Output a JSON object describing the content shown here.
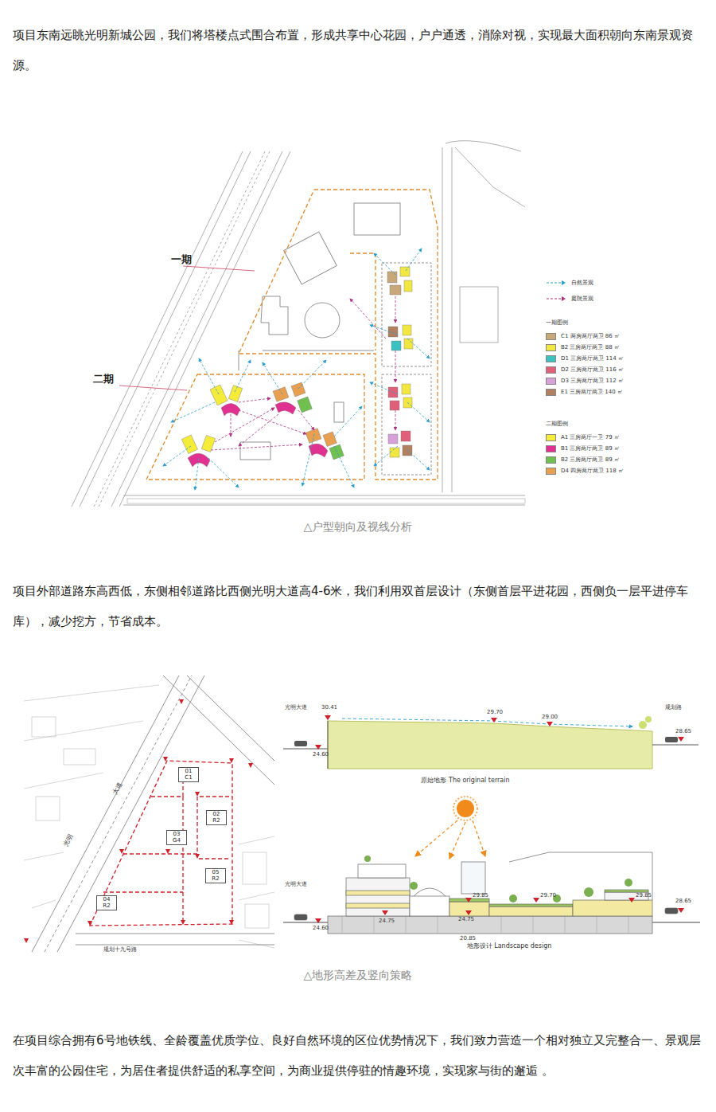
{
  "diagram": {
    "nodes": [
      {
        "text": [
          "01",
          "C1"
        ]
      },
      {
        "text": [
          "02",
          "R2"
        ]
      },
      {
        "text": [
          "03",
          "G4"
        ]
      },
      {
        "text": [
          "05",
          "R2"
        ]
      },
      {
        "text": [
          "04",
          "R2"
        ]
      }
    ],
    "labels": [
      "项目东南远眺光明新城公园，我们将塔楼点式围合布置，形成共享中心花园，户户通透，消除对视，实现最大面积朝向东南景观资源。",
      "一期",
      "二期",
      "△户型朝向及视线分析",
      "项目外部道路东高西低，东侧相邻道路比西侧光明大道高4-6米，我们利用双首层设计（东侧首层平进花园，西侧负一层平进停车库），减少挖方，节省成本。",
      "光明大道",
      "30.41",
      "29.70",
      "29.00",
      "规划路",
      "24.60",
      "28.65",
      "原始地形 The original terrain",
      "光明大道",
      "24.60",
      "24.75",
      "29.85",
      "24.75",
      "20.85",
      "29.70",
      "29.85",
      "28.65",
      "地形设计 Landscape design",
      "规划十九号路",
      "光明",
      "大道",
      "△地形高差及竖向策略",
      "在项目综合拥有6号地铁线、全龄覆盖优质学位、良好自然环境的区位优势情况下，我们致力营造一个相对独立又完整合一、景观层次丰富的公园住宅，为居住者提供舒适的私享空间，为商业提供停驻的情趣环境，实现家与街的邂逅 。",
      "一期图例",
      "二期图例"
    ],
    "legend": [
      {
        "text": "自然景观"
      },
      {
        "text": "庭院景观"
      },
      {
        "text": "C1 两房两厅两卫 86 ㎡",
        "color": "#c8a878"
      },
      {
        "text": "B2 三房两厅两卫 88 ㎡",
        "color": "#f2e640"
      },
      {
        "text": "D1 三房两厅两卫 114 ㎡",
        "color": "#3cc0c0"
      },
      {
        "text": "D2 三房两厅两卫 116 ㎡",
        "color": "#e0607a"
      },
      {
        "text": "D3 三房两厅两卫 112 ㎡",
        "color": "#d8a0d8"
      },
      {
        "text": "E1 三房两厅两卫 140 ㎡",
        "color": "#b08060"
      },
      {
        "text": "A1 三房两厅一卫 79 ㎡",
        "color": "#f5ec3a"
      },
      {
        "text": "B1 三房两厅两卫 89 ㎡",
        "color": "#e03090"
      },
      {
        "text": "B2 三房两厅两卫 89 ㎡",
        "color": "#70c050"
      },
      {
        "text": "D4 四房两厅两卫 118 ㎡",
        "color": "#e8a050"
      }
    ]
  }
}
